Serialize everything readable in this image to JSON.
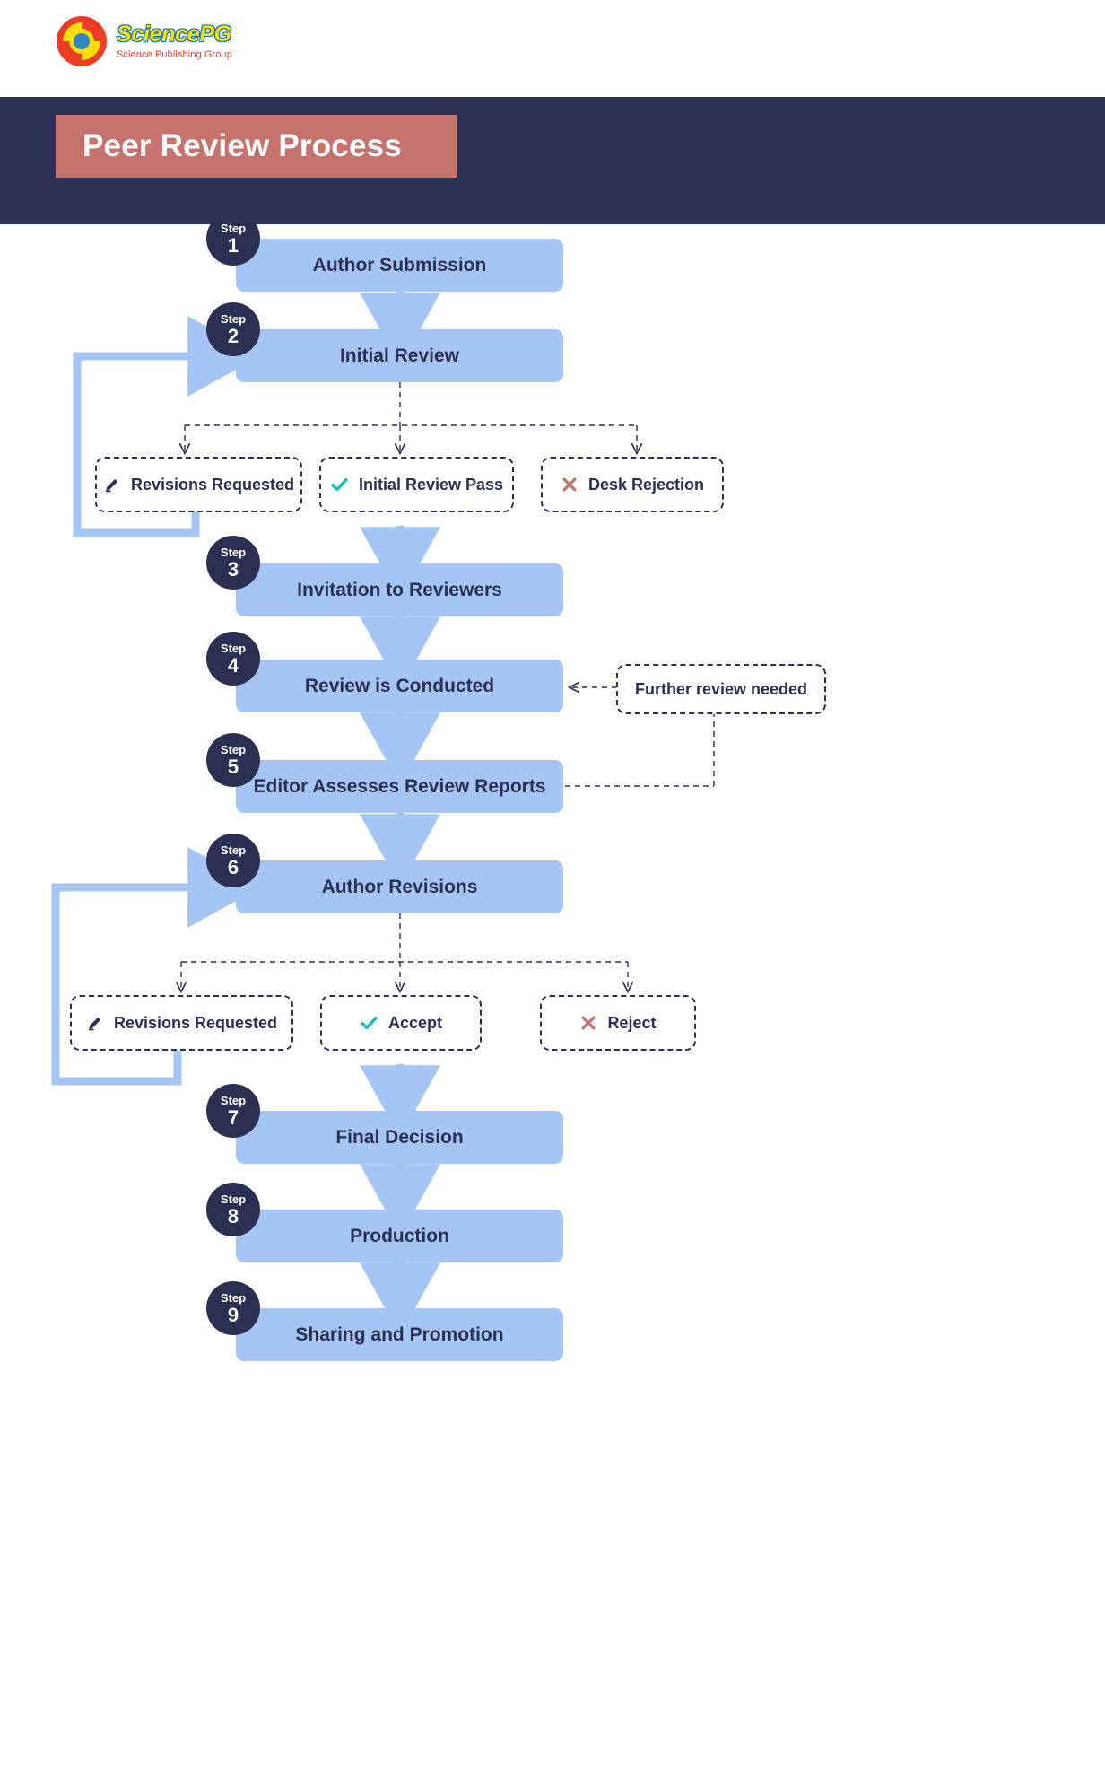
{
  "brand": {
    "name": "SciencePG",
    "tagline": "Science Publishing Group",
    "logo_icon": "sciencepg-circular-logo"
  },
  "header": {
    "title": "Peer Review Process",
    "band_color": "#2b2f52",
    "title_box_color": "#c5736c"
  },
  "colors": {
    "node_fill": "#a5c6f5",
    "node_text": "#2b2f52",
    "badge_fill": "#2b2f52",
    "arrow": "#a5c6f5",
    "dashed_border": "#2b2f52",
    "accept_icon": "#15c2ad",
    "reject_icon": "#c5736c",
    "pencil_icon": "#2b2f52"
  },
  "steps": [
    {
      "badge_label": "Step",
      "number": "1",
      "label": "Author Submission"
    },
    {
      "badge_label": "Step",
      "number": "2",
      "label": "Initial Review"
    },
    {
      "badge_label": "Step",
      "number": "3",
      "label": "Invitation to Reviewers"
    },
    {
      "badge_label": "Step",
      "number": "4",
      "label": "Review is Conducted"
    },
    {
      "badge_label": "Step",
      "number": "5",
      "label": "Editor Assesses Review Reports"
    },
    {
      "badge_label": "Step",
      "number": "6",
      "label": "Author Revisions"
    },
    {
      "badge_label": "Step",
      "number": "7",
      "label": "Final Decision"
    },
    {
      "badge_label": "Step",
      "number": "8",
      "label": "Production"
    },
    {
      "badge_label": "Step",
      "number": "9",
      "label": "Sharing and Promotion"
    }
  ],
  "branch_one": [
    {
      "label": "Revisions Requested",
      "icon": "pencil-icon"
    },
    {
      "label": "Initial Review Pass",
      "icon": "check-icon"
    },
    {
      "label": "Desk Rejection",
      "icon": "cross-icon"
    }
  ],
  "branch_two": [
    {
      "label": "Revisions Requested",
      "icon": "pencil-icon"
    },
    {
      "label": "Accept",
      "icon": "check-icon"
    },
    {
      "label": "Reject",
      "icon": "cross-icon"
    }
  ],
  "side_note": {
    "label": "Further review needed"
  },
  "chart_data": {
    "type": "diagram",
    "title": "Peer Review Process",
    "nodes": [
      "Author Submission",
      "Initial Review",
      "Invitation to Reviewers",
      "Review is Conducted",
      "Editor Assesses Review Reports",
      "Author Revisions",
      "Final Decision",
      "Production",
      "Sharing and Promotion",
      "Revisions Requested",
      "Initial Review Pass",
      "Desk Rejection",
      "Accept",
      "Reject",
      "Further review needed"
    ],
    "edges": [
      [
        "Author Submission",
        "Initial Review"
      ],
      [
        "Initial Review",
        "Revisions Requested"
      ],
      [
        "Initial Review",
        "Initial Review Pass"
      ],
      [
        "Initial Review",
        "Desk Rejection"
      ],
      [
        "Revisions Requested",
        "Initial Review"
      ],
      [
        "Initial Review Pass",
        "Invitation to Reviewers"
      ],
      [
        "Invitation to Reviewers",
        "Review is Conducted"
      ],
      [
        "Review is Conducted",
        "Editor Assesses Review Reports"
      ],
      [
        "Editor Assesses Review Reports",
        "Further review needed"
      ],
      [
        "Further review needed",
        "Review is Conducted"
      ],
      [
        "Editor Assesses Review Reports",
        "Author Revisions"
      ],
      [
        "Author Revisions",
        "Revisions Requested"
      ],
      [
        "Author Revisions",
        "Accept"
      ],
      [
        "Author Revisions",
        "Reject"
      ],
      [
        "Revisions Requested",
        "Author Revisions"
      ],
      [
        "Accept",
        "Final Decision"
      ],
      [
        "Final Decision",
        "Production"
      ],
      [
        "Production",
        "Sharing and Promotion"
      ]
    ]
  }
}
